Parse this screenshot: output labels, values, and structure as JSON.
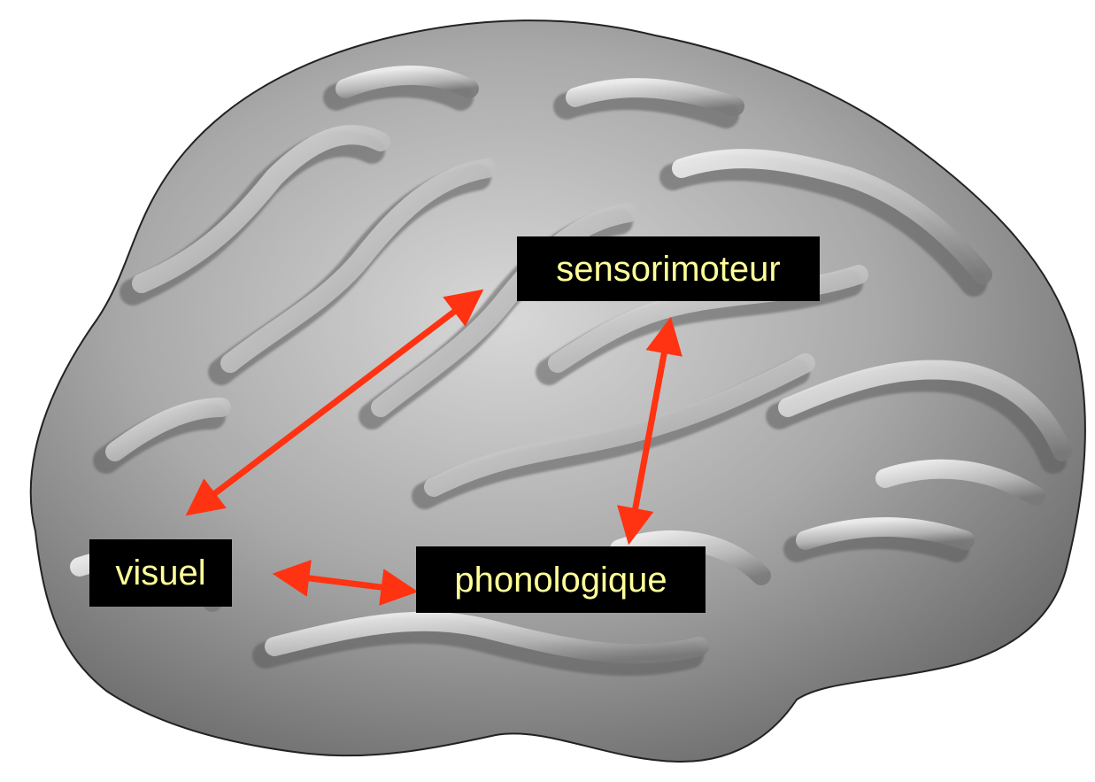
{
  "labels": {
    "sensorimoteur": "sensorimoteur",
    "visuel": "visuel",
    "phonologique": "phonologique"
  },
  "colors": {
    "label_background": "#000000",
    "label_text": "#ffff99",
    "arrow": "#ff3311",
    "brain_light": "#e6e6e6",
    "brain_mid": "#9a9a9a",
    "brain_dark": "#3a3a3a"
  },
  "image": {
    "subject": "brain-surface-render"
  },
  "connections": [
    {
      "from": "visuel",
      "to": "sensorimoteur"
    },
    {
      "from": "visuel",
      "to": "phonologique"
    },
    {
      "from": "sensorimoteur",
      "to": "phonologique"
    }
  ]
}
